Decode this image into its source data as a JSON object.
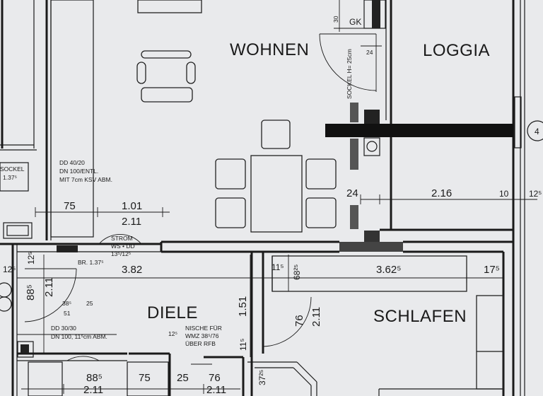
{
  "rooms": {
    "wohnen": "WOHNEN",
    "loggia": "LOGGIA",
    "diele": "DIELE",
    "schlafen": "SCHLAFEN"
  },
  "dimensions": {
    "d_101": "1.01",
    "d_211_top": "2.11",
    "d_75_left": "75",
    "d_24": "24",
    "d_216": "2.16",
    "d_10": "10",
    "d_125_right": "12⁵",
    "d_382": "3.82",
    "d_125_left": "12⁵",
    "d_125_top": "12⁵",
    "d_885_left": "88⁵",
    "d_211_left": "2.11",
    "d_385": "38⁵",
    "d_25": "25",
    "d_51": "51",
    "d_115_a": "11⁵",
    "d_6825": "68²⁵",
    "d_3625": "3.62⁵",
    "d_175": "17⁵",
    "d_151": "1.51",
    "d_76_v": "76",
    "d_211_v": "2.11",
    "d_115_b": "11⁵",
    "d_885_bottom": "88⁵",
    "d_211_bottom_a": "2.11",
    "d_75_bottom": "75",
    "d_25_bottom": "25",
    "d_76_bottom": "76",
    "d_211_bottom_b": "2.11",
    "d_3725": "37²⁵",
    "d_30": "30",
    "d_24_small": "24",
    "gk": "GK",
    "marker_4": "4"
  },
  "notes": {
    "sockel_left": "SOCKEL",
    "sockel_left_2": "1.37⁵",
    "dd_40": "DD 40/20",
    "dn_100": "DN 100/ENTL.",
    "mit_7cm": "MIT 7cm KSV ABM.",
    "strom": "STROM",
    "strom_2": "WS • DD",
    "strom_3": "13⁵/12⁵",
    "br": "BR. 1.37⁵",
    "dd_30": "DD 30/30",
    "dn_100_b": "DN 100, 11⁵cm ABM.",
    "nische": "NISCHE FÜR",
    "nische_2": "WMZ 38⁵/76",
    "nische_3": "ÜBER RFB",
    "nische_12": "12⁵",
    "sockel_door": "SOCKEL H= 25cm"
  }
}
